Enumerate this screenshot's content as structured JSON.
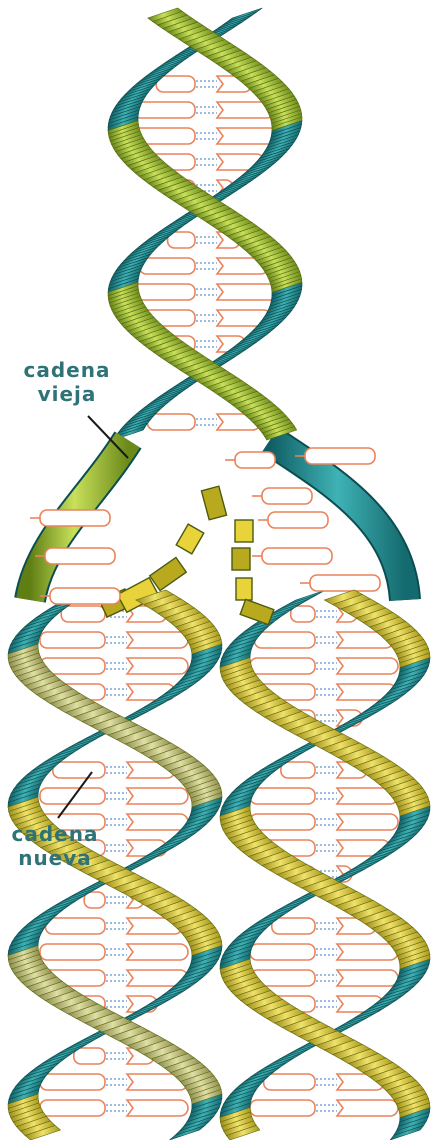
{
  "labels": {
    "old_strand": {
      "line1": "cadena",
      "line2": "vieja"
    },
    "new_strand": {
      "line1": "cadena",
      "line2": "nueva"
    }
  },
  "colors": {
    "old_strand_green": "#8fb833",
    "old_strand_teal": "#1f8a8f",
    "new_strand_gold": "#d4c13a",
    "base_pair_outline": "#e9835a",
    "hydrogen_bond": "#7aa6d8",
    "label_text": "#2f7377"
  },
  "icons": {
    "base_pair": "base-pair-icon",
    "free_nucleotide": "nucleotide-icon"
  }
}
